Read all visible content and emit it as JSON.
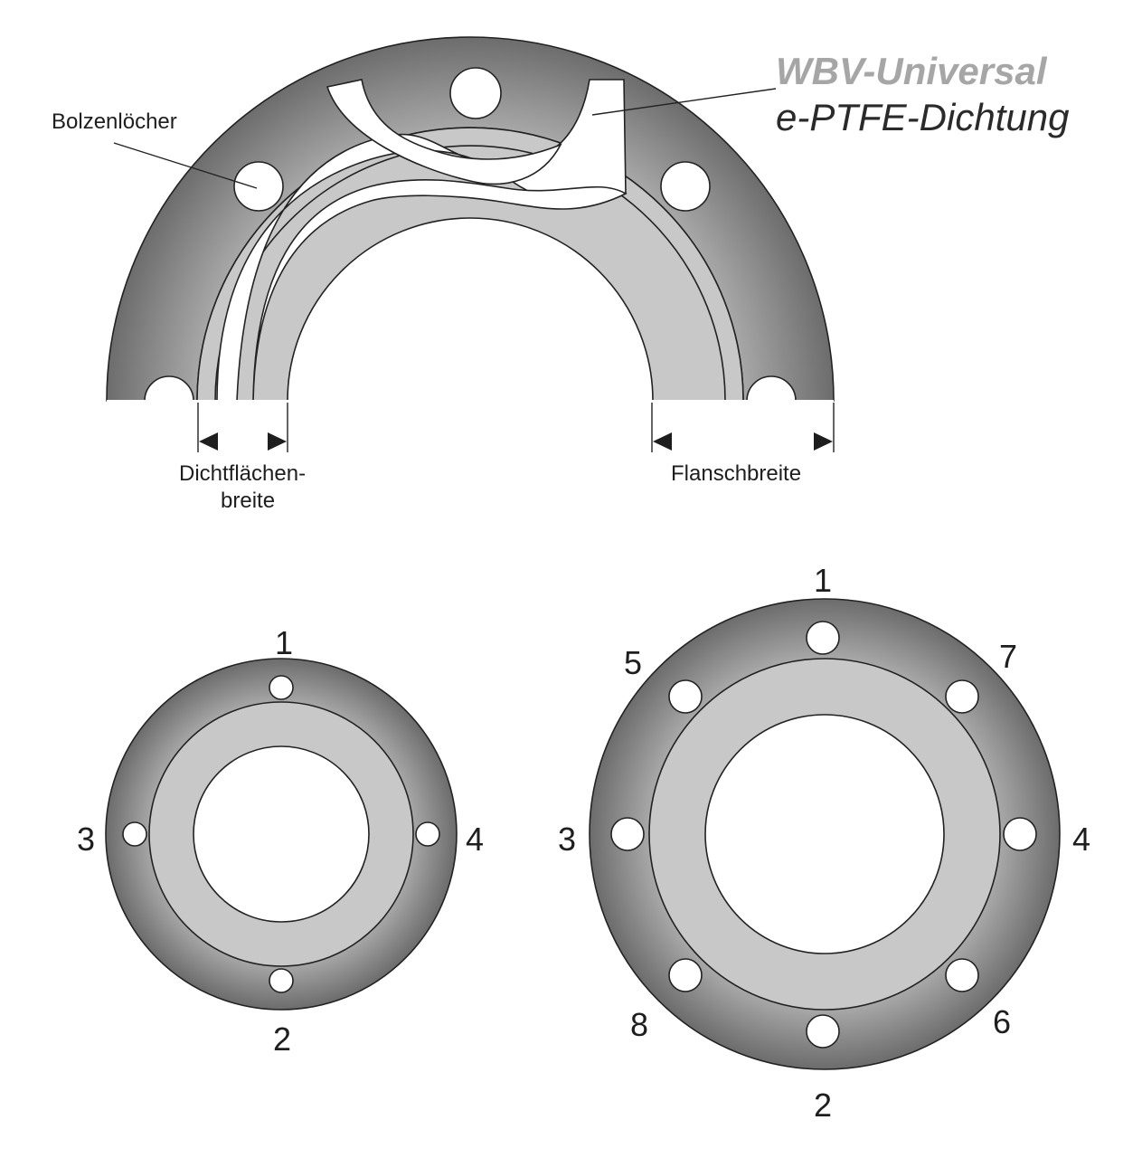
{
  "title": {
    "brand": "WBV-Universal",
    "product": "e-PTFE-Dichtung"
  },
  "labels": {
    "bolt_holes": "Bolzenlöcher",
    "seal_width_line1": "Dichtflächen-",
    "seal_width_line2": "breite",
    "flange_width": "Flanschbreite"
  },
  "small_flange": {
    "bolt_numbers": {
      "top": "1",
      "bottom": "2",
      "left": "3",
      "right": "4"
    }
  },
  "large_flange": {
    "bolt_numbers": {
      "top": "1",
      "bottom": "2",
      "left": "3",
      "right": "4",
      "top_left": "5",
      "bottom_right": "6",
      "top_right": "7",
      "bottom_left": "8"
    }
  },
  "colors": {
    "flange_center": "#d2d2d2",
    "flange_edge": "#6e6e6e",
    "sealing_face": "#c8c8c8",
    "gasket": "#ffffff",
    "brand_text": "#a6a6a6"
  }
}
